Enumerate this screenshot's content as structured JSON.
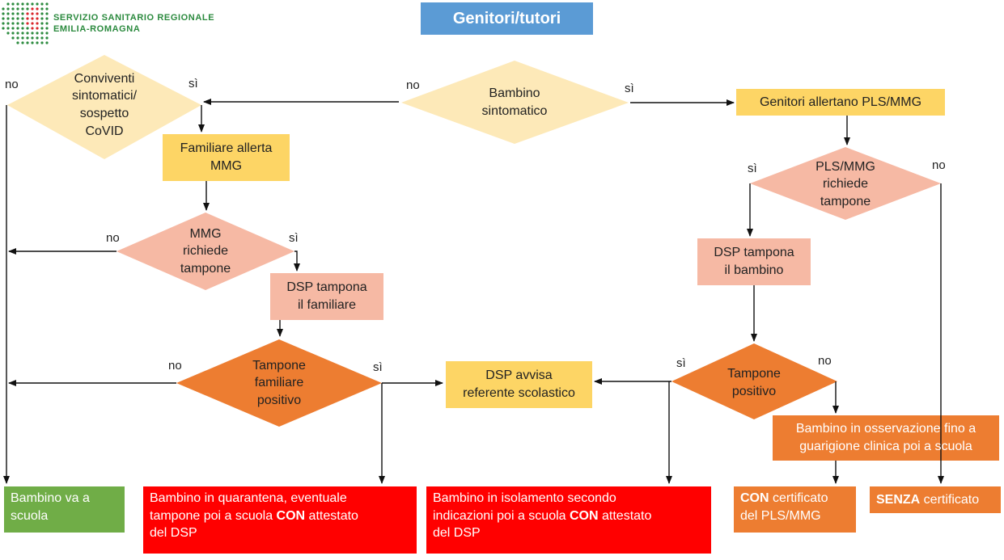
{
  "header": {
    "org_line1": "SERVIZIO  SANITARIO  REGIONALE",
    "org_line2": "EMILIA-ROMAGNA",
    "title": "Genitori/tutori"
  },
  "colors": {
    "title_bg": "#5b9bd5",
    "light_diamond": "#fde9b8",
    "yellow_box": "#fdd565",
    "pink": "#f6b9a4",
    "orange": "#ed7d31",
    "red": "#ff0000",
    "green": "#70ad47",
    "logo_green": "#2b8a3e",
    "logo_red": "#d9262b"
  },
  "nodes": {
    "bambino_sintomatico": "Bambino\nsintomatico",
    "conviventi": "Conviventi\nsintomatici/\nsospetto\nCoVID",
    "genitori_allertano": "Genitori allertano PLS/MMG",
    "familiare_allerta": "Familiare allerta\nMMG",
    "pls_mmg_richiede": "PLS/MMG\nrichiede\ntampone",
    "mmg_richiede": "MMG\nrichiede\ntampone",
    "dsp_tampona_bambino": "DSP tampona\nil bambino",
    "dsp_tampona_familiare": "DSP tampona\nil familiare",
    "tampone_familiare": "Tampone\nfamiliare\npositivo",
    "dsp_avvisa": "DSP avvisa\nreferente scolastico",
    "tampone_positivo": "Tampone\npositivo",
    "osservazione": "Bambino in osservazione fino a\nguarigione clinica poi a scuola",
    "va_a_scuola": "Bambino va a\nscuola",
    "quarantena_pre": "Bambino in quarantena, eventuale\ntampone poi a scuola ",
    "quarantena_bold": "CON",
    "quarantena_post": " attestato\ndel DSP",
    "isolamento_pre": "Bambino in isolamento secondo\nindicazioni poi a scuola ",
    "isolamento_bold": "CON",
    "isolamento_post": " attestato\ndel DSP",
    "con_cert_bold": "CON",
    "con_cert_post": " certificato\ndel PLS/MMG",
    "senza_cert_bold": "SENZA",
    "senza_cert_post": " certificato"
  },
  "labels": {
    "yes": "sì",
    "no": "no"
  }
}
